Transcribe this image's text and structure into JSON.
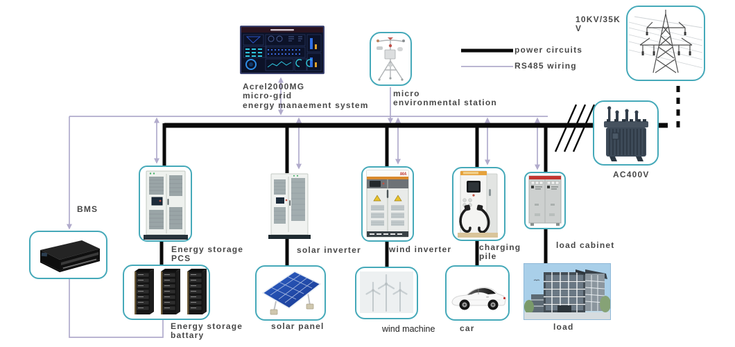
{
  "colors": {
    "power_line": "#0a0a0a",
    "rs485_line": "#b1abcc",
    "box_border": "#45a9b9",
    "label_text": "#474747"
  },
  "legend": {
    "power_circuits": "power circuits",
    "rs485_wiring": "RS485 wiring"
  },
  "nodes": {
    "ems": {
      "label": "Acrel2000MG\nmicro-grid\nenergy manaement system"
    },
    "station": {
      "label": "micro\n environmental station"
    },
    "grid": {
      "label": "10KV/35K\nV"
    },
    "transformer": {
      "label": "AC400V"
    },
    "bms": {
      "label": "BMS"
    },
    "pcs": {
      "label": "Energy storage\nPCS"
    },
    "solar_inverter": {
      "label": "solar inverter"
    },
    "wind_inverter": {
      "label": "wind inverter"
    },
    "charging_pile": {
      "label": "charging\npile"
    },
    "load_cabinet": {
      "label": "load cabinet"
    },
    "battery": {
      "label": "Energy storage\nbattary"
    },
    "solar_panel": {
      "label": "solar panel"
    },
    "wind_machine": {
      "label": "wind machine"
    },
    "car": {
      "label": "car"
    },
    "load": {
      "label": "load"
    }
  }
}
